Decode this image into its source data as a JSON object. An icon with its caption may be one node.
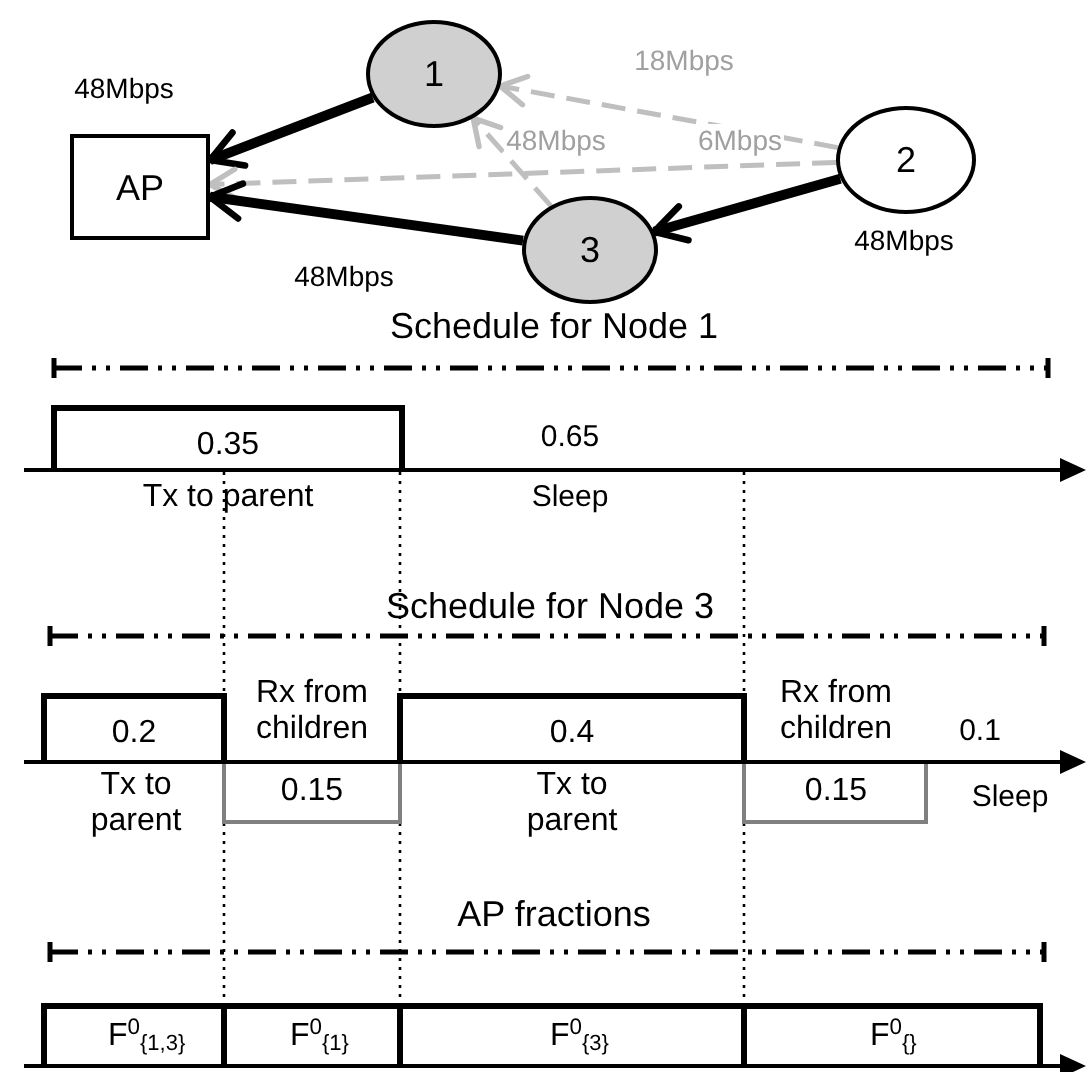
{
  "diagram": {
    "nodes": [
      {
        "text": [
          "AP"
        ]
      },
      {
        "text": [
          "1"
        ]
      },
      {
        "text": [
          "2"
        ]
      },
      {
        "text": [
          "3"
        ]
      }
    ],
    "edges": [
      {
        "from": 1,
        "to": 0,
        "arrow": "to",
        "label": "48Mbps",
        "style": "thick"
      },
      {
        "from": 2,
        "to": 1,
        "arrow": "to",
        "label": "18Mbps",
        "style": "dashed",
        "color": "#bfbfbf"
      },
      {
        "from": 3,
        "to": 1,
        "arrow": "to",
        "label": "48Mbps",
        "style": "dashed",
        "color": "#bfbfbf"
      },
      {
        "from": 2,
        "to": 0,
        "arrow": "to",
        "label": "6Mbps",
        "style": "dashed",
        "color": "#bfbfbf"
      },
      {
        "from": 2,
        "to": 3,
        "arrow": "to",
        "label": "48Mbps",
        "style": "thick"
      },
      {
        "from": 3,
        "to": 0,
        "arrow": "to",
        "label": "48Mbps",
        "style": "thick"
      }
    ],
    "labels": [
      "Schedule for Node 1",
      "0.35",
      "0.65",
      "Tx to parent",
      "Sleep",
      "Schedule for Node 3",
      "Rx from children",
      "Rx from children",
      "0.2",
      "0.4",
      "0.1",
      "Tx to parent",
      "0.15",
      "0.15",
      "Sleep",
      "Tx to parent",
      "AP fractions",
      "F$^{0}$",
      "{1,3}",
      "F$^{0}$",
      "{1}",
      "F$^{0}$",
      "{3}",
      "F$^{0}$",
      "{}"
    ]
  }
}
